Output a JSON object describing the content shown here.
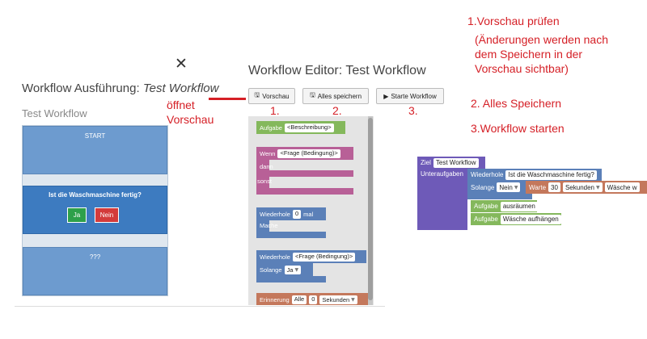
{
  "preview": {
    "close_icon": "✕",
    "title_prefix": "Workflow Ausführung:",
    "title_workflow": "Test Workflow",
    "subtitle": "Test Workflow",
    "start_label": "START",
    "question": "Ist die Waschmaschine fertig?",
    "yes_label": "Ja",
    "no_label": "Nein",
    "unknown_label": "???",
    "colors": {
      "yes": "#2ea04a",
      "no": "#d33b3b",
      "step": "#6d9bcf",
      "step_active": "#3d7bc0"
    }
  },
  "annotation_open": {
    "line1": "öffnet",
    "line2": "Vorschau"
  },
  "editor": {
    "title": "Workflow Editor: Test Workflow",
    "toolbar": {
      "preview_label": "Vorschau",
      "preview_icon": "floppy-icon",
      "save_label": "Alles speichern",
      "save_icon": "floppy-icon",
      "start_label": "Starte Workflow",
      "start_icon": "play-icon"
    },
    "numbers": [
      "1.",
      "2.",
      "3."
    ],
    "blocks": {
      "task_label": "Aufgabe",
      "task_chip": "<Beschreibung>",
      "if_label": "Wenn",
      "if_chip": "<Frage (Bedingung)>",
      "then_label": "dann",
      "else_label": "sonst",
      "repeat_label": "Wiederhole",
      "repeat_count": "0",
      "repeat_unit": "mal",
      "do_label": "Mache",
      "while_repeat_label": "Wiederhole",
      "while_repeat_chip": "<Frage (Bedingung)>",
      "while_label": "Solange",
      "while_value": "Ja",
      "reminder_label": "Erinnerung",
      "reminder_target": "Alle",
      "reminder_count": "0",
      "reminder_unit": "Sekunden"
    }
  },
  "notes": {
    "n1_title": "1.Vorschau prüfen",
    "n1_line2": "(Änderungen werden nach",
    "n1_line3": "dem Speichern in der",
    "n1_line4": "Vorschau sichtbar)",
    "n2": "2. Alles Speichern",
    "n3": "3.Workflow starten"
  },
  "example": {
    "goal_label": "Ziel",
    "goal_chip": "Test Workflow",
    "subtasks_label": "Unteraufgaben",
    "repeat_label": "Wiederhole",
    "repeat_chip": "Ist die Waschmaschine fertig?",
    "while_label": "Solange",
    "while_value": "Nein",
    "wait_label": "Warte",
    "wait_count": "30",
    "wait_unit": "Sekunden",
    "wait_text": "Wäsche w",
    "task1_label": "Aufgabe",
    "task1_chip": "ausräumen",
    "task2_label": "Aufgabe",
    "task2_chip": "Wäsche aufhängen"
  }
}
